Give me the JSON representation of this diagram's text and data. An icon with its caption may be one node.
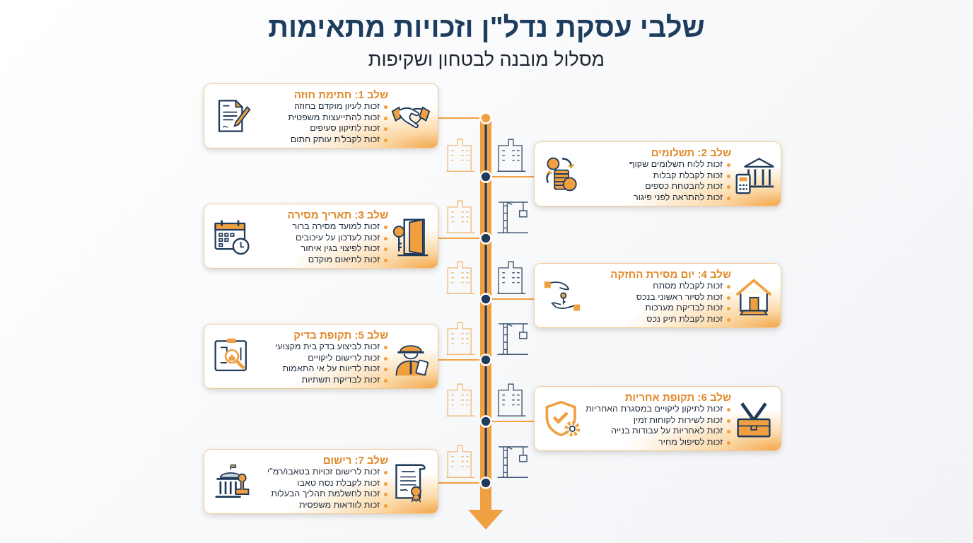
{
  "diagram": {
    "title": "שלבי עסקת נדל\"ן וזכויות מתאימות",
    "nodes": [
      {
        "text": [
          "שלב 1: חתימת חוזה",
          "זכות לעיון מוקדם בחוזה",
          "זכות להתייעצות משפטית",
          "זכות לתיקון סעיפים",
          "זכות לקבל'ת עותק חתום"
        ]
      },
      {
        "text": [
          "שלב 2: תשלומים",
          "זכות ללוח תשלומים שקוף",
          "זכות לקבלת קבלות",
          "זכות להבטחת כספים",
          "זכות להתראה לפני פיגור"
        ]
      },
      {
        "text": [
          "שלב 3: תאריך מסירה",
          "זכות למועד מסירה ברור",
          "זכות לעדכון על עיכובים",
          "זכות לפיצוי בגין איחור",
          "זכות לתיאום מוקדם"
        ]
      },
      {
        "text": [
          "שלב 4: יום מסירת החזקה",
          "זכות לקבלת מסתח",
          "זכות לסיור ראשוני בנכס",
          "זכות לבדיקת מערכות",
          "זכות לקבלת תיק נכס"
        ]
      },
      {
        "text": [
          "שלב 5: תקופת בדיק",
          "זכות לביצוע בדק בית מקצועי",
          "זכות לרישום ליקויים",
          "זכות לדיווח על אי התאמות",
          "זכות לבדיקת תשתיות"
        ]
      },
      {
        "text": [
          "שלב 6: תקופת אחריות",
          "זכות לתיקון ליקויים במסגרת האחריות",
          "זכות לשירות לקוחות זמין",
          "זכות לאחריות על עבודות בנייה",
          "זכות לסיפול מחיר"
        ]
      },
      {
        "text": [
          "שלב 7: רישום",
          "זכות לרישום זכויות בטאבו/רמ\"י",
          "זכות לקבלת נסח טאבו",
          "זכות לחשלמת תהליך הבעלות",
          "זכות לוודאות משפסית"
        ]
      },
      {
        "text": [],
        "shape": "circle"
      },
      {
        "text": [],
        "shape": "circle"
      },
      {
        "text": [],
        "shape": "circle"
      },
      {
        "text": [],
        "shape": "circle"
      },
      {
        "text": [],
        "shape": "circle"
      },
      {
        "text": [],
        "shape": "circle"
      },
      {
        "text": [],
        "shape": "circle"
      }
    ],
    "edges": [
      {
        "from": 0,
        "to": 7,
        "arrow": "none"
      },
      {
        "from": 1,
        "to": 8,
        "arrow": "none"
      },
      {
        "from": 2,
        "to": 9,
        "arrow": "none"
      },
      {
        "from": 3,
        "to": 10,
        "arrow": "none"
      },
      {
        "from": 4,
        "to": 11,
        "arrow": "none"
      },
      {
        "from": 5,
        "to": 12,
        "arrow": "none"
      },
      {
        "from": 6,
        "to": 13,
        "arrow": "none"
      },
      {
        "from": 7,
        "to": 8,
        "arrow": "none",
        "color": "#1f3a5a"
      },
      {
        "from": 8,
        "to": 9,
        "arrow": "none",
        "color": "#1f3a5a"
      },
      {
        "from": 9,
        "to": 10,
        "arrow": "none",
        "color": "#1f3a5a"
      },
      {
        "from": 10,
        "to": 11,
        "arrow": "none",
        "color": "#1f3a5a"
      },
      {
        "from": 11,
        "to": 12,
        "arrow": "none",
        "color": "#1f3a5a"
      },
      {
        "from": 12,
        "to": 13,
        "arrow": "none",
        "color": "#1f3a5a"
      },
      {
        "from": 13,
        "to": null,
        "arrow": "to",
        "style": "thick"
      }
    ],
    "labels": [
      "מסלול מובנה לבטחון ושקיפות"
    ]
  }
}
